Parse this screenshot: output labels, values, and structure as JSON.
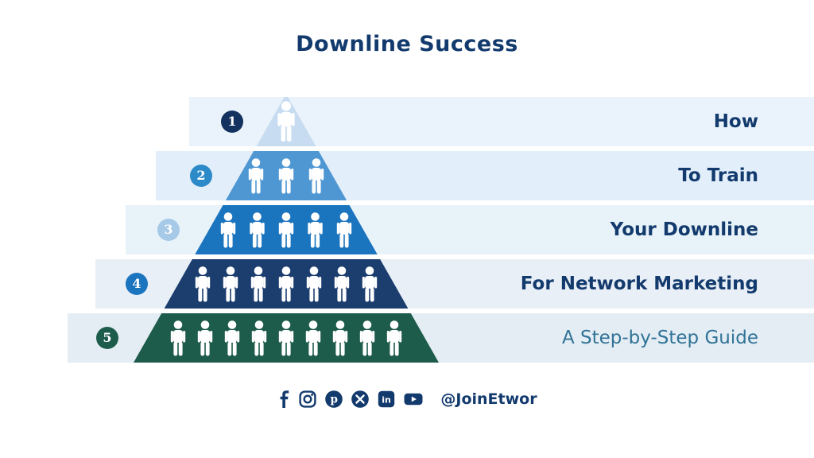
{
  "title": "Downline Success",
  "pyramid": {
    "levels": [
      {
        "number": "1",
        "persons": 1,
        "color": "#c7dcf0",
        "band_color": "#eaf3fb",
        "badge_color": "#14325f",
        "label": "How",
        "bold": true,
        "label_color": "#123a6d"
      },
      {
        "number": "2",
        "persons": 3,
        "color": "#4f97d3",
        "band_color": "#e2eefa",
        "badge_color": "#2d8ac9",
        "label": "To Train",
        "bold": true,
        "label_color": "#123a6d"
      },
      {
        "number": "3",
        "persons": 5,
        "color": "#1b74be",
        "band_color": "#e8f2f9",
        "badge_color": "#a6c9e8",
        "label": "Your Downline",
        "bold": true,
        "label_color": "#123a6d"
      },
      {
        "number": "4",
        "persons": 7,
        "color": "#1b3e6f",
        "band_color": "#e9eff6",
        "badge_color": "#1b74be",
        "label": "For Network Marketing",
        "bold": true,
        "label_color": "#123a6d"
      },
      {
        "number": "5",
        "persons": 9,
        "color": "#1d5b4b",
        "band_color": "#e5edf4",
        "badge_color": "#1d5b4b",
        "label": "A Step-by-Step Guide",
        "bold": false,
        "label_color": "#2f7396"
      }
    ]
  },
  "footer": {
    "handle": "@JoinEtwor",
    "icons": [
      "facebook-icon",
      "instagram-icon",
      "pinterest-icon",
      "x-icon",
      "linkedin-icon",
      "youtube-icon"
    ],
    "icon_color": "#123a6d"
  }
}
